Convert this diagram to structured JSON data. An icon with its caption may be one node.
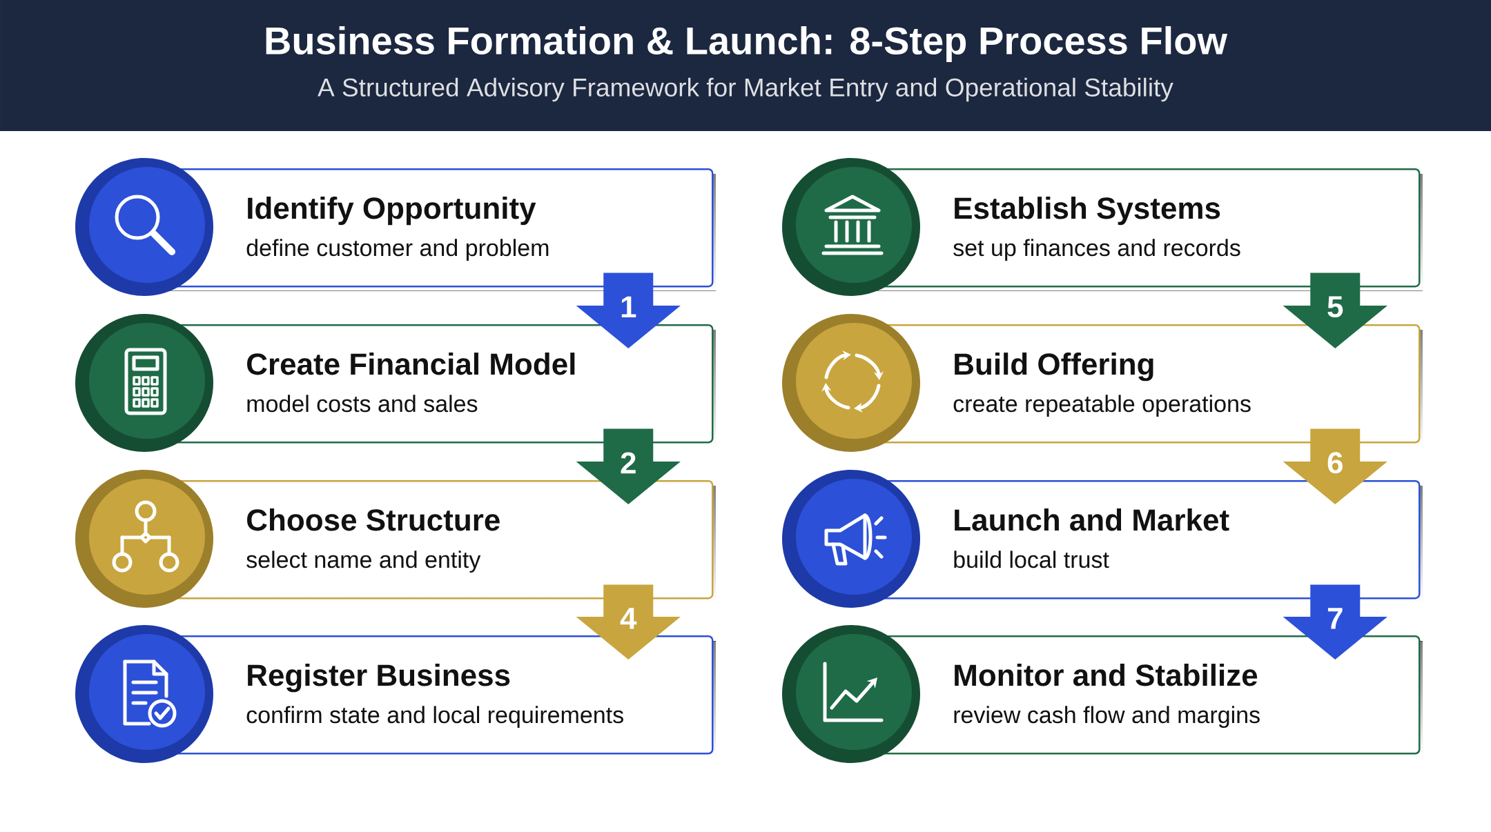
{
  "diagram": {
    "title": "Business Formation & Launch: 8-Step Process Flow",
    "nodes": [
      {
        "text": [
          "Identify Opportunity",
          "define customer and problem"
        ]
      },
      {
        "text": [
          "Create Financial Model",
          "model costs and sales"
        ]
      },
      {
        "text": [
          "Choose Structure",
          "select name and entity"
        ]
      },
      {
        "text": [
          "Register Business",
          "confirm state and local requirements"
        ]
      },
      {
        "text": [
          "Establish Systems",
          "set up finances and records"
        ]
      },
      {
        "text": [
          "Build Offering",
          "create repeatable operations"
        ]
      },
      {
        "text": [
          "Launch and Market",
          "build local trust"
        ]
      },
      {
        "text": [
          "Monitor and Stabilize",
          "review cash flow and margins"
        ]
      }
    ],
    "edges": [
      {
        "from": 0,
        "to": 1,
        "arrow": "to",
        "label": "1",
        "color": "#2c50d8"
      },
      {
        "from": 1,
        "to": 2,
        "arrow": "to",
        "label": "2",
        "color": "#1f6b47"
      },
      {
        "from": 2,
        "to": 3,
        "arrow": "to",
        "label": "4",
        "color": "#c8a53e"
      },
      {
        "from": 4,
        "to": 5,
        "arrow": "to",
        "label": "5",
        "color": "#1f6b47"
      },
      {
        "from": 5,
        "to": 6,
        "arrow": "to",
        "label": "6",
        "color": "#c8a53e"
      },
      {
        "from": 6,
        "to": 7,
        "arrow": "to",
        "label": "7",
        "color": "#2c50d8"
      }
    ],
    "labels": [
      "A Structured Advisory Framework for Market Entry and Operational Stability"
    ]
  }
}
